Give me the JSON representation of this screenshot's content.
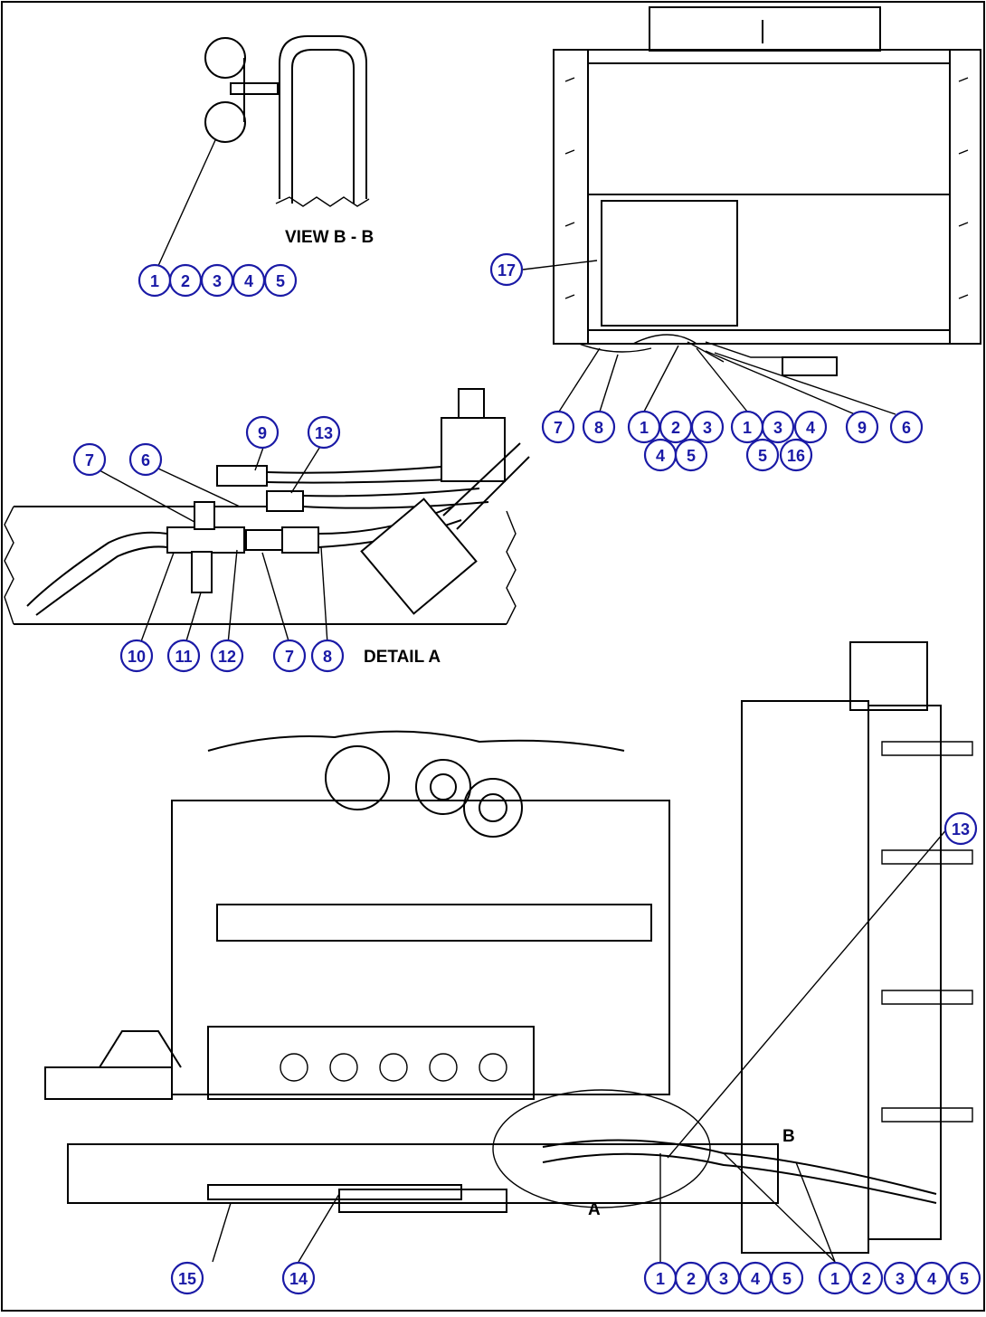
{
  "labels": {
    "view_bb": "VIEW B - B",
    "detail_a": "DETAIL A",
    "marker_a": "A",
    "marker_b": "B"
  },
  "callouts": {
    "view_bb": [
      "1",
      "2",
      "3",
      "4",
      "5"
    ],
    "top_right_17": "17",
    "top_right_row": [
      "7",
      "8",
      "1",
      "2",
      "3",
      "1",
      "3",
      "4",
      "9",
      "6"
    ],
    "top_right_row2": [
      "4",
      "5",
      "5",
      "16"
    ],
    "detail_top": [
      "7",
      "6",
      "9",
      "13"
    ],
    "detail_bottom": [
      "10",
      "11",
      "12",
      "7",
      "8"
    ],
    "engine_13": "13",
    "engine_bottom_left": [
      "15",
      "14"
    ],
    "engine_bottom_mid": [
      "1",
      "2",
      "3",
      "4",
      "5"
    ],
    "engine_bottom_right": [
      "1",
      "2",
      "3",
      "4",
      "5"
    ]
  },
  "colors": {
    "callout": "#1a1aa6",
    "line": "#000000"
  }
}
